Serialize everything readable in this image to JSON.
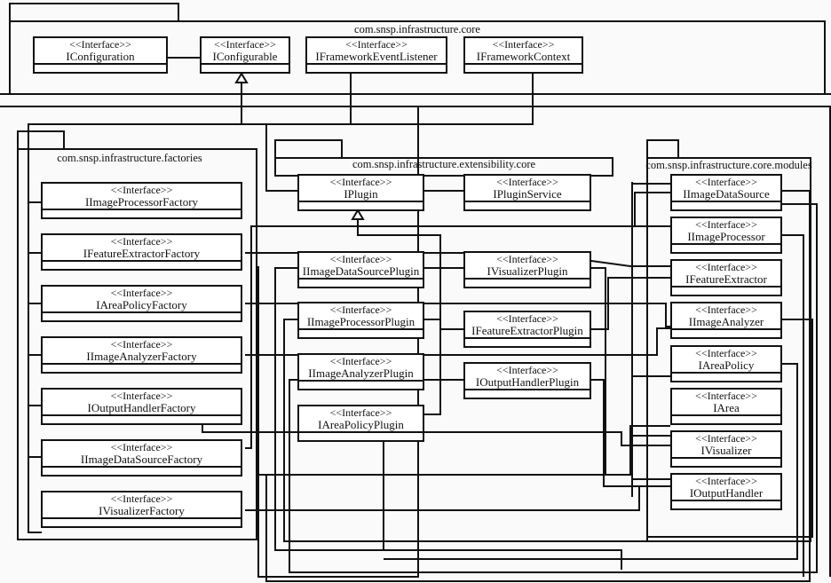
{
  "stereotype": "<<Interface>>",
  "colors": {
    "line": "#111111",
    "background": "#fafafa",
    "box_fill": "#ffffff"
  },
  "packages": {
    "core": {
      "name": "com.snsp.infrastructure.core",
      "interfaces": [
        "IConfiguration",
        "IConfigurable",
        "IFrameworkEventListener",
        "IFrameworkContext"
      ]
    },
    "factories": {
      "name": "com.snsp.infrastructure.factories",
      "interfaces": [
        "IImageProcessorFactory",
        "IFeatureExtractorFactory",
        "IAreaPolicyFactory",
        "IImageAnalyzerFactory",
        "IOutputHandlerFactory",
        "IImageDataSourceFactory",
        "IVisualizerFactory"
      ]
    },
    "extensibility": {
      "name": "com.snsp.infrastructure.extensibility.core",
      "interfaces": [
        "IPlugin",
        "IPluginService",
        "IImageDataSourcePlugin",
        "IVisualizerPlugin",
        "IImageProcessorPlugin",
        "IFeatureExtractorPlugin",
        "IImageAnalyzerPlugin",
        "IOutputHandlerPlugin",
        "IAreaPolicyPlugin"
      ]
    },
    "modules": {
      "name": "com.snsp.infrastructure.core.modules",
      "interfaces": [
        "IImageDataSource",
        "IImageProcessor",
        "IFeatureExtractor",
        "IImageAnalyzer",
        "IAreaPolicy",
        "IArea",
        "IVisualizer",
        "IOutputHandler"
      ]
    }
  }
}
